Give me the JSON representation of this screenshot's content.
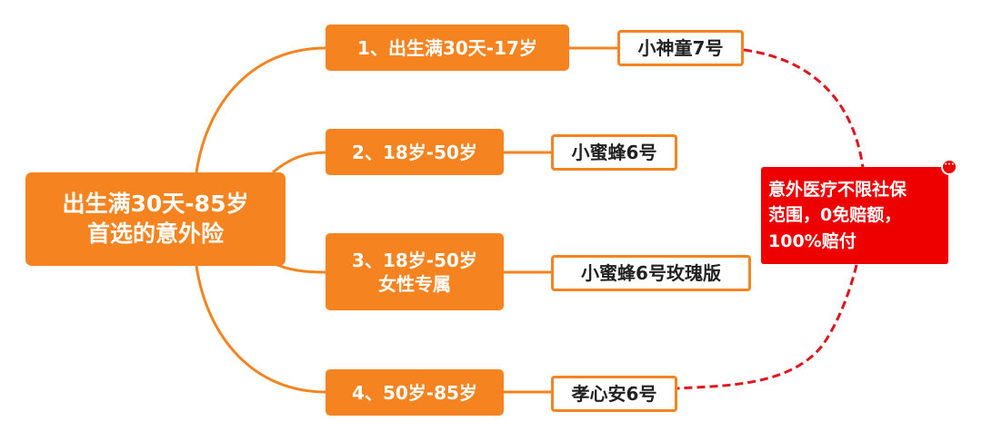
{
  "root": {
    "lines": [
      "出生满30天-85岁",
      "首选的意外险"
    ]
  },
  "branches": [
    {
      "label": "1、出生满30天-17岁",
      "product": "小神童7号"
    },
    {
      "label": "2、18岁-50岁",
      "product": "小蜜蜂6号"
    },
    {
      "label_lines": [
        "3、18岁-50岁",
        "女性专属"
      ],
      "product": "小蜜蜂6号玫瑰版"
    },
    {
      "label": "4、50岁-85岁",
      "product": "孝心安6号"
    }
  ],
  "note": {
    "lines": [
      "意外医疗不限社保",
      "范围，0免赔额，",
      "100%赔付"
    ],
    "marker_icon": "more-dots-icon"
  },
  "colors": {
    "orange": "#f5831f",
    "note_red": "#ee0000",
    "dashed_link": "#e0141e"
  }
}
